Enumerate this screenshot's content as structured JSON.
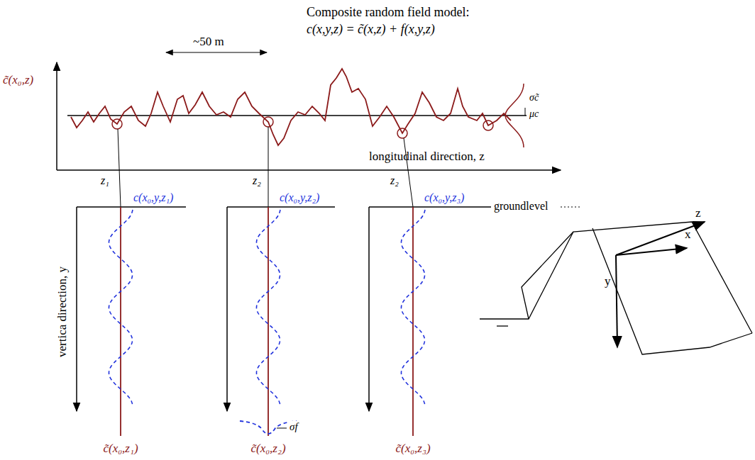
{
  "diagram": {
    "title": "Composite random field model:",
    "labels": [
      "c(x,y,z) = c̃(x,z) + f(x,y,z)",
      "c̃(x₀,z)",
      "~50 m",
      "σc̃",
      "μc",
      "longitudinal direction, z",
      "z₁",
      "z₂",
      "z₂",
      "c(x₀,y,z₁)",
      "c(x₀,y,z₂)",
      "c(x₀,y,z₃)",
      "groundlevel",
      "vertica direction, y",
      "σf",
      "c̃(x₀,z₁)",
      "c̃(x₀,z₂)",
      "c̃(x₀,z₃)",
      "z",
      "x",
      "y"
    ]
  }
}
